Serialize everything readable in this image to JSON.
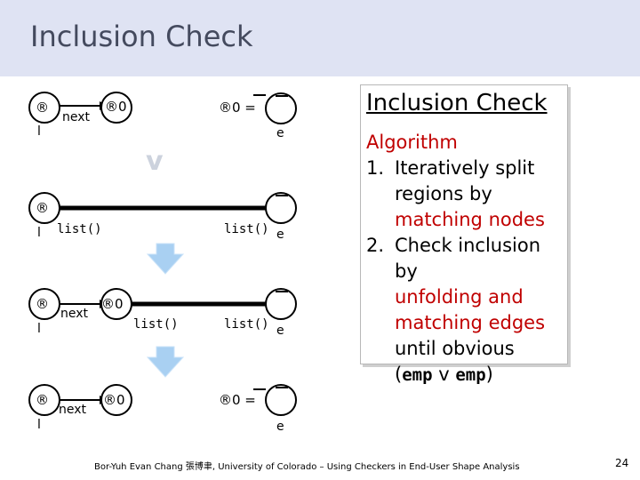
{
  "slide_title": "Inclusion Check",
  "diagram": {
    "rows": [
      {
        "left_symbol": "®",
        "left_sub": "l",
        "edge_label": "next",
        "right_symbol": "®0",
        "rhs": "®0 =",
        "rhs_node_label": "e"
      },
      {
        "operator": "v"
      },
      {
        "left_symbol": "®",
        "left_sub": "l",
        "left_call": "list()",
        "right_call": "list()",
        "rhs_node_label": "e"
      },
      {
        "left_symbol": "®",
        "left_sub": "l",
        "edge_label": "next",
        "right_symbol": "®0",
        "mid_call": "list()",
        "right_call": "list()",
        "rhs_node_label": "e"
      },
      {
        "left_symbol": "®",
        "left_sub": "l",
        "edge_label": "next",
        "right_symbol": "®0",
        "rhs": "®0 =",
        "rhs_node_label": "e"
      }
    ]
  },
  "panel": {
    "title": "Inclusion Check",
    "algorithm_label": "Algorithm",
    "step1_num": "1.",
    "step1_a": "Iteratively split",
    "step1_b": "regions by",
    "step1_c": "matching nodes",
    "step2_num": "2.",
    "step2_a": "Check inclusion by",
    "step2_b": "unfolding and",
    "step2_c": "matching edges",
    "step2_d": "until obvious",
    "step2_e_open": "(",
    "step2_e_emp1": "emp",
    "step2_e_v": " v ",
    "step2_e_emp2": "emp",
    "step2_e_close": ")"
  },
  "footer": "Bor-Yuh Evan Chang 張博聿, University of Colorado – Using Checkers in End-User Shape Analysis",
  "page_number": "24",
  "colors": {
    "title_bg": "#dfe3f3",
    "title_text": "#444a5e",
    "highlight": "#c00000",
    "arrow": "#a9d0f2"
  }
}
